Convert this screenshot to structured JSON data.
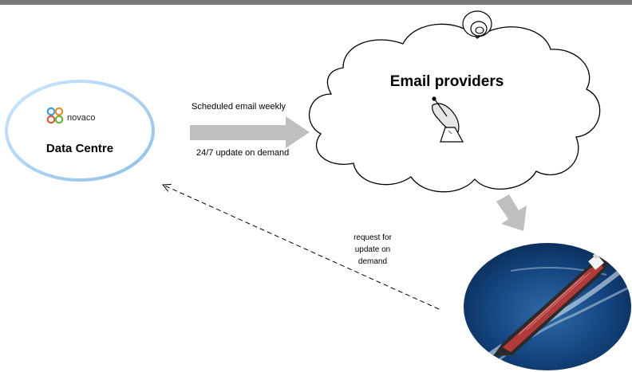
{
  "diagram": {
    "data_centre": {
      "brand": "novaco",
      "label": "Data Centre"
    },
    "email_providers": {
      "label": "Email providers"
    },
    "flow": {
      "scheduled_label": "Scheduled email weekly",
      "update_label": "24/7 update on demand",
      "request_label_lines": [
        "request for",
        "update on",
        "demand"
      ]
    },
    "icons": [
      "novaco-logo-icon",
      "satellite-dish-icon",
      "ship-photo"
    ],
    "colors": {
      "top_bar": "#7a7a7a",
      "data_centre_border": "#9cc8ee",
      "arrow_fill": "#bfbfbf",
      "sea": "#0f3f7a",
      "ship_deck": "#b23a3a"
    }
  }
}
